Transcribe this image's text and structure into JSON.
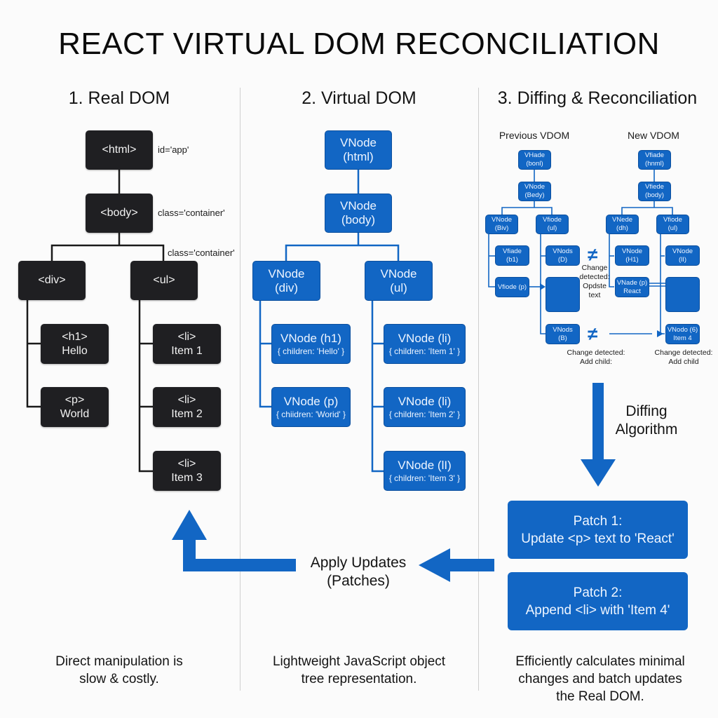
{
  "title": "REACT VIRTUAL DOM RECONCILIATION",
  "colors": {
    "accent_blue": "#1266c4",
    "dark_node": "#1f1f22",
    "divider": "#cfcfcf",
    "background": "#fbfbfb"
  },
  "columns": [
    {
      "heading": "1. Real DOM",
      "caption_line1": "Direct manipulation is",
      "caption_line2": "slow & costly."
    },
    {
      "heading": "2. Virtual DOM",
      "caption_line1": "Lightweight JavaScript object",
      "caption_line2": "tree representation."
    },
    {
      "heading": "3. Diffing & Reconciliation",
      "caption_line1": "Efficiently calculates minimal",
      "caption_line2": "changes and batch updates",
      "caption_line3": "the Real DOM."
    }
  ],
  "real_dom": {
    "html": {
      "tag": "<html>",
      "attr": "id='app'"
    },
    "body": {
      "tag": "<body>",
      "attr": "class='container'"
    },
    "branch_attr": "class='container'",
    "div": {
      "tag": "<div>"
    },
    "ul": {
      "tag": "<ul>"
    },
    "h1": {
      "tag": "<h1>",
      "text": "Hello"
    },
    "p": {
      "tag": "<p>",
      "text": "World"
    },
    "li1": {
      "tag": "<li>",
      "text": "Item 1"
    },
    "li2": {
      "tag": "<li>",
      "text": "Item 2"
    },
    "li3": {
      "tag": "<li>",
      "text": "Item 3"
    }
  },
  "virtual_dom": {
    "html": {
      "l1": "VNode",
      "l2": "(html)"
    },
    "body": {
      "l1": "VNode",
      "l2": "(body)"
    },
    "div": {
      "l1": "VNode",
      "l2": "(div)"
    },
    "ul": {
      "l1": "VNode",
      "l2": "(ul)"
    },
    "h1": {
      "l1": "VNode (h1)",
      "l2": "{ children: 'Hello' }"
    },
    "p": {
      "l1": "VNode (p)",
      "l2": "{ chiidren: 'Worid' }"
    },
    "li1": {
      "l1": "VNode (li)",
      "l2": "{ children: 'Item 1' }"
    },
    "li2": {
      "l1": "VNode (li)",
      "l2": "{ children: 'Item 2' }"
    },
    "li3": {
      "l1": "VNode (lI)",
      "l2": "{ children: 'Item 3' }"
    }
  },
  "diffing": {
    "previous_heading": "Previous VDOM",
    "new_heading": "New VDOM",
    "prev": {
      "html": {
        "l1": "VHade",
        "l2": "(bonl)"
      },
      "body": {
        "l1": "VNode",
        "l2": "(Bedy)"
      },
      "div": {
        "l1": "VNode",
        "l2": "(Biv)"
      },
      "ul": {
        "l1": "Vfiode",
        "l2": "(ul)"
      },
      "h1": {
        "l1": "Vfiade",
        "l2": "(b1)"
      },
      "li1": {
        "l1": "VNods",
        "l2": "(D)"
      },
      "p": {
        "l1": "Vfiode (p)"
      },
      "li3": {
        "l1": "VNods",
        "l2": "(B)"
      }
    },
    "new": {
      "html": {
        "l1": "Vfiade",
        "l2": "(hnml)"
      },
      "body": {
        "l1": "Vfiede",
        "l2": "(body)"
      },
      "div": {
        "l1": "VNede",
        "l2": "(dh)"
      },
      "ul": {
        "l1": "Vfiode",
        "l2": "(ul)"
      },
      "h1": {
        "l1": "VNode",
        "l2": "(H1)"
      },
      "li1": {
        "l1": "VNode",
        "l2": "(lI)"
      },
      "p": {
        "l1": "VNade (p)",
        "l2": "React"
      },
      "li4": {
        "l1": "VNodo (6)",
        "l2": "Item 4"
      }
    },
    "neq_symbol": "≠",
    "change_update_l1": "Change",
    "change_update_l2": "detected:",
    "change_update_l3": "Opdste",
    "change_update_l4": "text",
    "change_add_left_l1": "Change detected:",
    "change_add_left_l2": "Add child:",
    "change_add_right_l1": "Change detected:",
    "change_add_right_l2": "Add child",
    "algorithm_l1": "Diffing",
    "algorithm_l2": "Algorithm",
    "patches": [
      {
        "l1": "Patch 1:",
        "l2": "Update <p> text to 'React'"
      },
      {
        "l1": "Patch 2:",
        "l2": "Append <li> with 'Item 4'"
      }
    ]
  },
  "apply_updates": {
    "l1": "Apply Updates",
    "l2": "(Patches)"
  }
}
